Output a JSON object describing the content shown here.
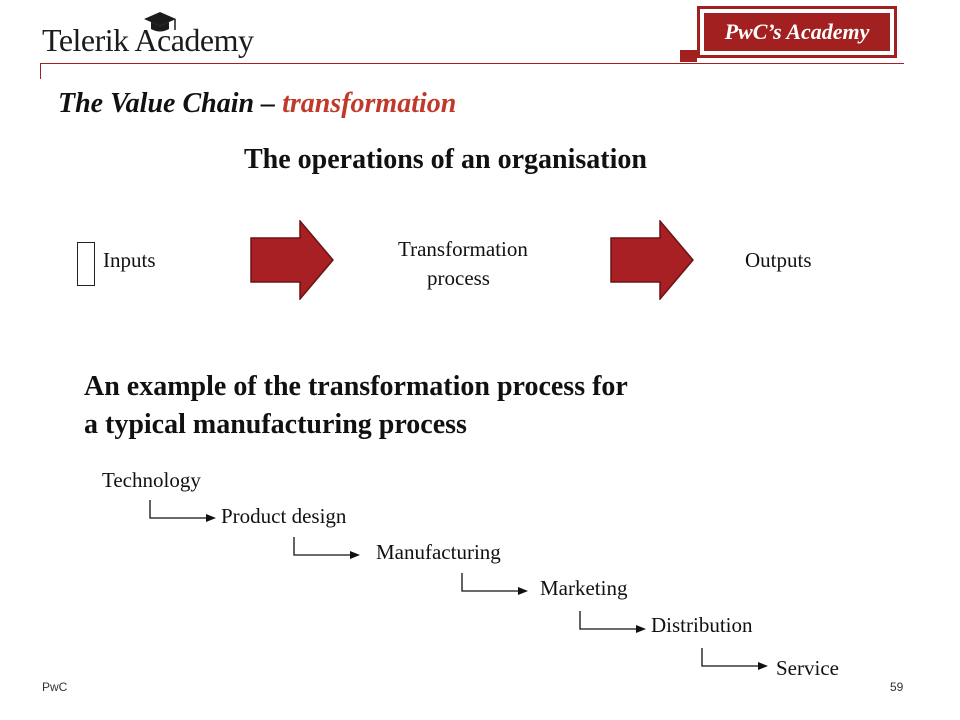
{
  "header": {
    "left_logo": {
      "brand": "Telerik Academy",
      "icon": "graduation-cap-icon"
    },
    "right_logo": {
      "brand": "PwC’s Academy"
    },
    "accent_color": "#a32020"
  },
  "slide": {
    "title_main": "The Value Chain – ",
    "title_accent": "transformation",
    "subtitle": "The operations of an organisation"
  },
  "flow": {
    "inputs": "Inputs",
    "transformation_line1": "Transformation",
    "transformation_line2": "process",
    "outputs": "Outputs",
    "arrow_color": "#a81f24"
  },
  "example": {
    "heading_line1": "An example of the transformation process for",
    "heading_line2": "a typical manufacturing process",
    "steps": [
      "Technology",
      "Product design",
      "Manufacturing",
      "Marketing",
      "Distribution",
      "Service"
    ]
  },
  "footer": {
    "left": "PwC",
    "page_number": "59"
  }
}
